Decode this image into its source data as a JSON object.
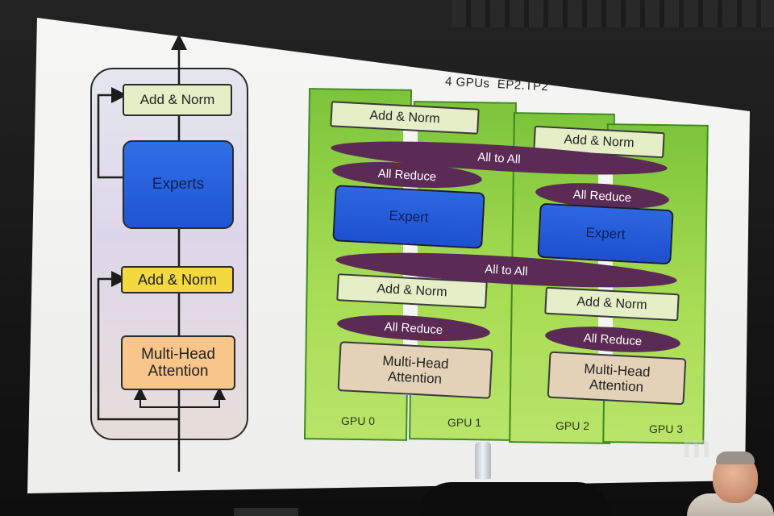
{
  "slide": {
    "title": "4 GPUs  EP2.TP2",
    "left_diagram": {
      "add_norm_top": "Add & Norm",
      "experts": "Experts",
      "add_norm_mid": "Add & Norm",
      "attention_line1": "Multi-Head",
      "attention_line2": "Attention"
    },
    "gpus": {
      "labels": [
        "GPU 0",
        "GPU 1",
        "GPU 2",
        "GPU 3"
      ],
      "pair0": {
        "add_norm_top": "Add & Norm",
        "all_reduce_top": "All Reduce",
        "expert": "Expert",
        "add_norm_bottom": "Add & Norm",
        "all_reduce_bottom": "All Reduce",
        "attention_line1": "Multi-Head",
        "attention_line2": "Attention"
      },
      "pair1": {
        "add_norm_top": "Add & Norm",
        "all_reduce_top": "All Reduce",
        "expert": "Expert",
        "add_norm_bottom": "Add & Norm",
        "all_reduce_bottom": "All Reduce",
        "attention_line1": "Multi-Head",
        "attention_line2": "Attention"
      },
      "all_to_all_top": "All to All",
      "all_to_all_mid": "All to All"
    }
  },
  "colors": {
    "experts_blue": "#2f6fe4",
    "add_norm_yellow": "#f3d840",
    "attention_orange": "#f8c58a",
    "gpu_green": "#9fd64e",
    "collective_purple": "#5b2a55"
  }
}
